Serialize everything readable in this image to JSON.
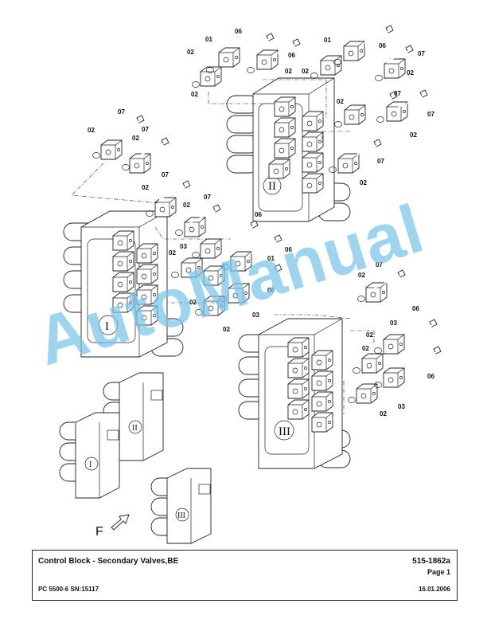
{
  "title_block": {
    "title": "Control Block - Secondary Valves,BE",
    "doc_number": "515-1862a",
    "page": "Page 1",
    "machine": "PC 5500-6 SN:15117",
    "date": "16.01.2006"
  },
  "watermark": "AutoManual",
  "diagram": {
    "block_labels": [
      "I",
      "II",
      "III"
    ],
    "view_arrow_label": "F",
    "callouts": {
      "c01": "01",
      "c02": "02",
      "c03": "03",
      "c06": "06",
      "c07": "07"
    }
  }
}
